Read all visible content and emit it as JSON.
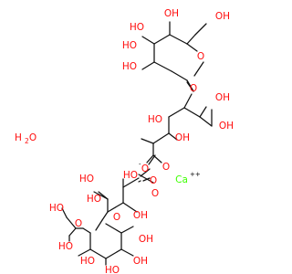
{
  "molecule": {
    "components": [
      {
        "kind": "water",
        "label": "H2O"
      },
      {
        "kind": "cation",
        "label": "Ca",
        "charge": "++"
      },
      {
        "kind": "anion",
        "label": "lactobionate",
        "count": 2
      }
    ]
  },
  "labels": {
    "hydroxyl": "HO",
    "hydroxyl_right": "OH",
    "ring_oxygen": "O",
    "carbonyl_oxygen": "O",
    "carboxylate_oxygen": "O",
    "charge_minus": "-",
    "water_h": "H",
    "water_sub": "2",
    "water_o": "O",
    "calcium": "Ca",
    "calcium_charge": "++"
  },
  "colors": {
    "bond": "#111111",
    "oxygen": "#ff0d0d",
    "calcium": "#3dff00"
  }
}
